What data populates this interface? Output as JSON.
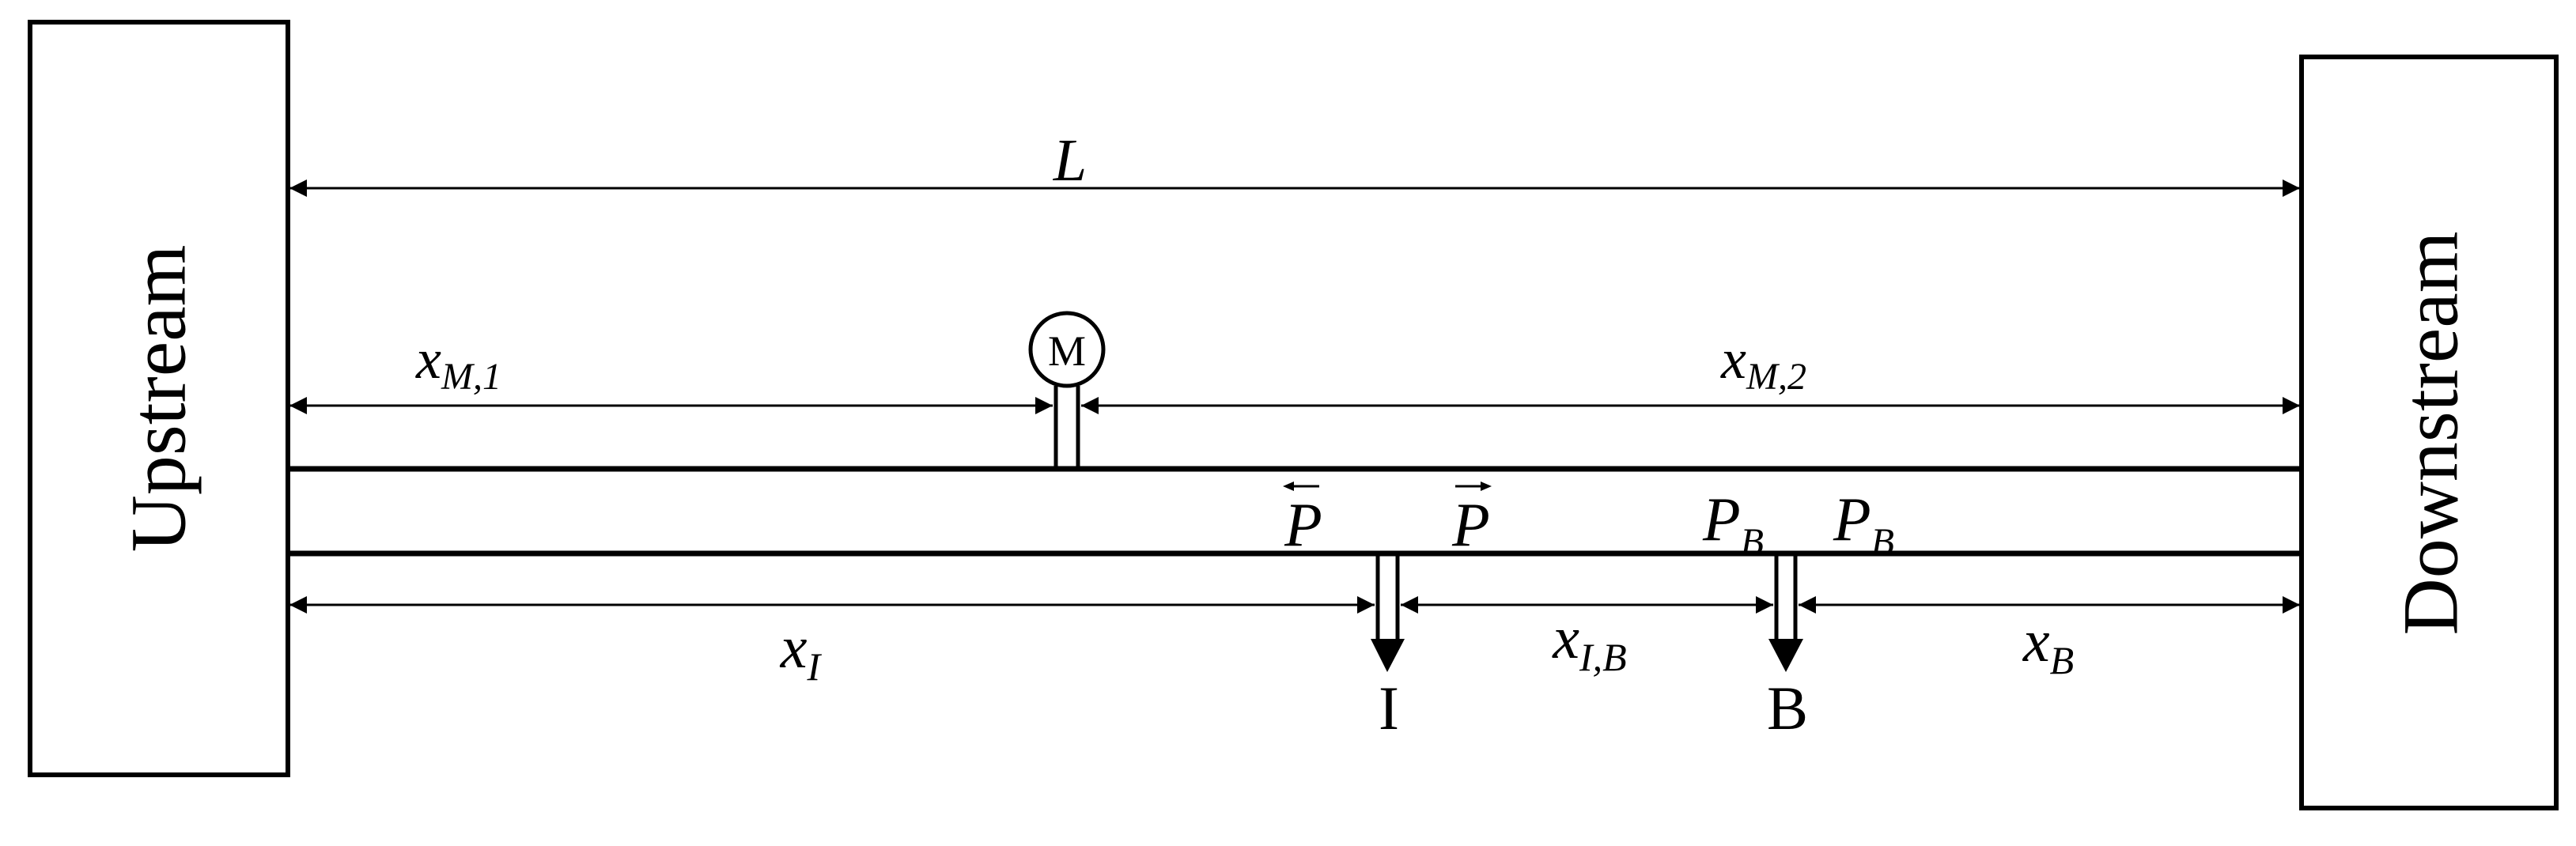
{
  "reservoirs": {
    "upstream": "Upstream",
    "downstream": "Downstream"
  },
  "dimensions": {
    "total_length": {
      "main": "L",
      "sub": ""
    },
    "meter_to_upstream": {
      "main": "x",
      "sub": "M,1"
    },
    "meter_to_downstream": {
      "main": "x",
      "sub": "M,2"
    },
    "leak_i_distance": {
      "main": "x",
      "sub": "I"
    },
    "leak_i_to_b": {
      "main": "x",
      "sub": "I,B"
    },
    "leak_b_distance": {
      "main": "x",
      "sub": "B"
    }
  },
  "meter": {
    "label": "M"
  },
  "leaks": {
    "i": "I",
    "b": "B"
  },
  "pressure_waves": {
    "backward": "P",
    "forward": "P",
    "b_left": {
      "main": "P",
      "sub": "B"
    },
    "b_right": {
      "main": "P",
      "sub": "B"
    }
  }
}
